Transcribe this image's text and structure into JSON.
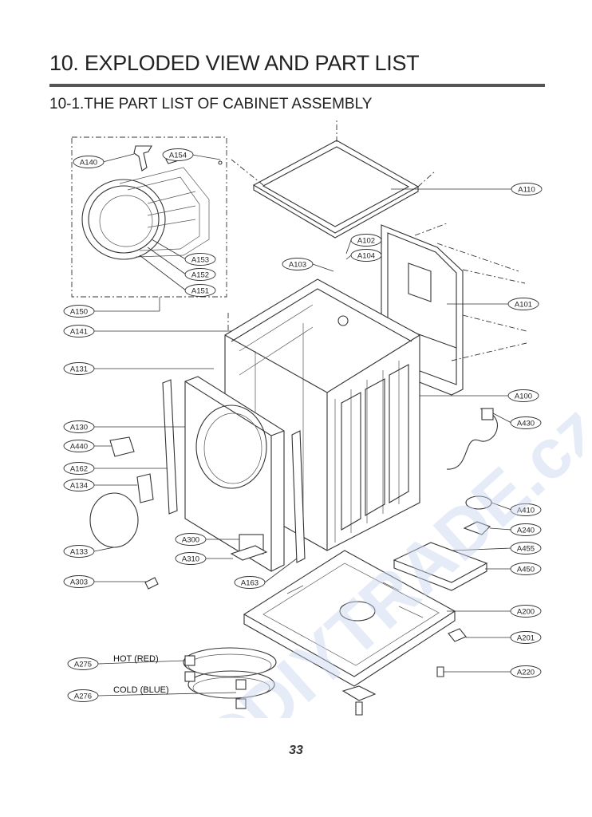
{
  "header": {
    "title": "10. EXPLODED VIEW AND PART LIST",
    "subtitle": "10-1.THE PART LIST OF CABINET ASSEMBLY"
  },
  "callouts": {
    "A140": "A140",
    "A154": "A154",
    "A153": "A153",
    "A152": "A152",
    "A151": "A151",
    "A150": "A150",
    "A141": "A141",
    "A131": "A131",
    "A130": "A130",
    "A440": "A440",
    "A162": "A162",
    "A134": "A134",
    "A133": "A133",
    "A303": "A303",
    "A275": "A275",
    "A276": "A276",
    "A300": "A300",
    "A310": "A310",
    "A163": "A163",
    "A110": "A110",
    "A102": "A102",
    "A104": "A104",
    "A103": "A103",
    "A101": "A101",
    "A100": "A100",
    "A430": "A430",
    "A410": "A410",
    "A240": "A240",
    "A455": "A455",
    "A450": "A450",
    "A200": "A200",
    "A201": "A201",
    "A220": "A220"
  },
  "notes": {
    "hot": "HOT (RED)",
    "cold": "COLD (BLUE)"
  },
  "watermark": "©DIYTRADE.cz",
  "footer": {
    "page_number": "33"
  },
  "colors": {
    "line": "#333333",
    "watermark": "#c8d2f0",
    "rule": "#555555"
  }
}
